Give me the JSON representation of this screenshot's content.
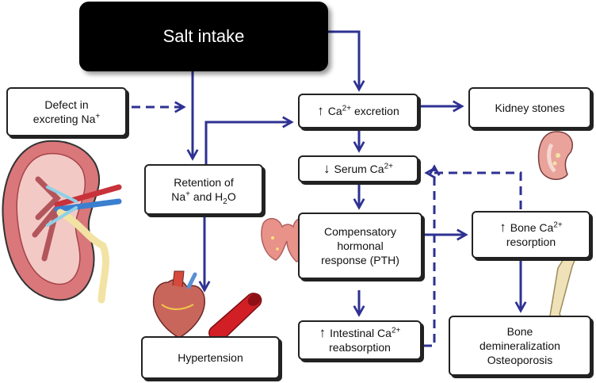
{
  "nodes": {
    "salt_intake": "Salt intake",
    "defect_line1": "Defect in",
    "defect_line2": "excreting Na",
    "defect_sup": "+",
    "ca_excretion_prefix": "Ca",
    "ca_excretion_sup": "2+",
    "ca_excretion_suffix": "excretion",
    "kidney_stones": "Kidney stones",
    "serum_prefix": "Serum Ca",
    "serum_sup": "2+",
    "retention_line1": "Retention of",
    "retention_na": "Na",
    "retention_na_sup": "+",
    "retention_and": "and H",
    "retention_h_sub": "2",
    "retention_o": "O",
    "compensatory_line1": "Compensatory",
    "compensatory_line2": "hormonal",
    "compensatory_line3": "response (PTH)",
    "bone_res_prefix": "Bone Ca",
    "bone_res_sup": "2+",
    "bone_res_line2": "resorption",
    "intestinal_prefix": "Intestinal Ca",
    "intestinal_sup": "2+",
    "intestinal_line2": "reabsorption",
    "bone_dem_line1": "Bone",
    "bone_dem_line2": "demineralization",
    "bone_dem_line3": "Osteoporosis",
    "hypertension": "Hypertension"
  },
  "icons": {
    "increase": "up-arrow-icon",
    "decrease": "down-arrow-icon"
  },
  "colors": {
    "arrow": "#2e3192",
    "box_border": "#222222",
    "salt_bg": "#000000",
    "salt_text": "#ffffff",
    "kidney": "#d9777a",
    "thyroid": "#e8928a",
    "artery": "#d21f26",
    "bone": "#efe2b8"
  }
}
